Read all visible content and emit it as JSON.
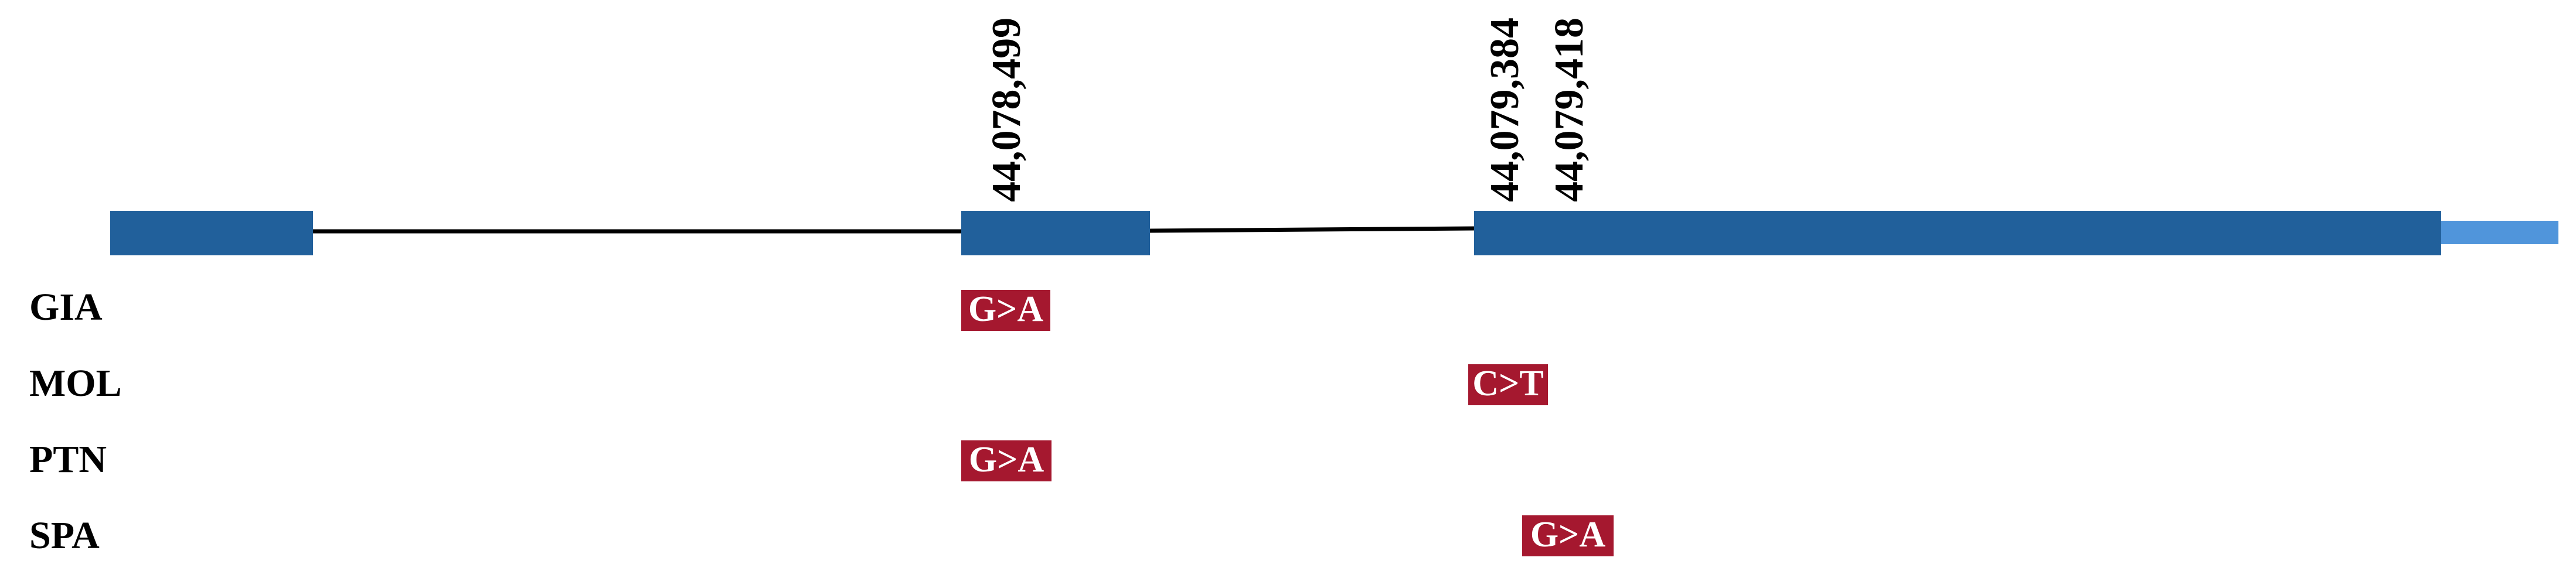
{
  "gene": {
    "exon_color": "#21609B",
    "utr_color": "#5095DB",
    "intron_color": "#000000"
  },
  "positions": [
    {
      "label": "44,078,499"
    },
    {
      "label": "44,079,384"
    },
    {
      "label": "44,079,418"
    }
  ],
  "variant_color": "#A5182F",
  "rows": [
    {
      "label": "GIA",
      "variant": "G>A"
    },
    {
      "label": "MOL",
      "variant": "C>T"
    },
    {
      "label": "PTN",
      "variant": "G>A"
    },
    {
      "label": "SPA",
      "variant": "G>A"
    }
  ]
}
